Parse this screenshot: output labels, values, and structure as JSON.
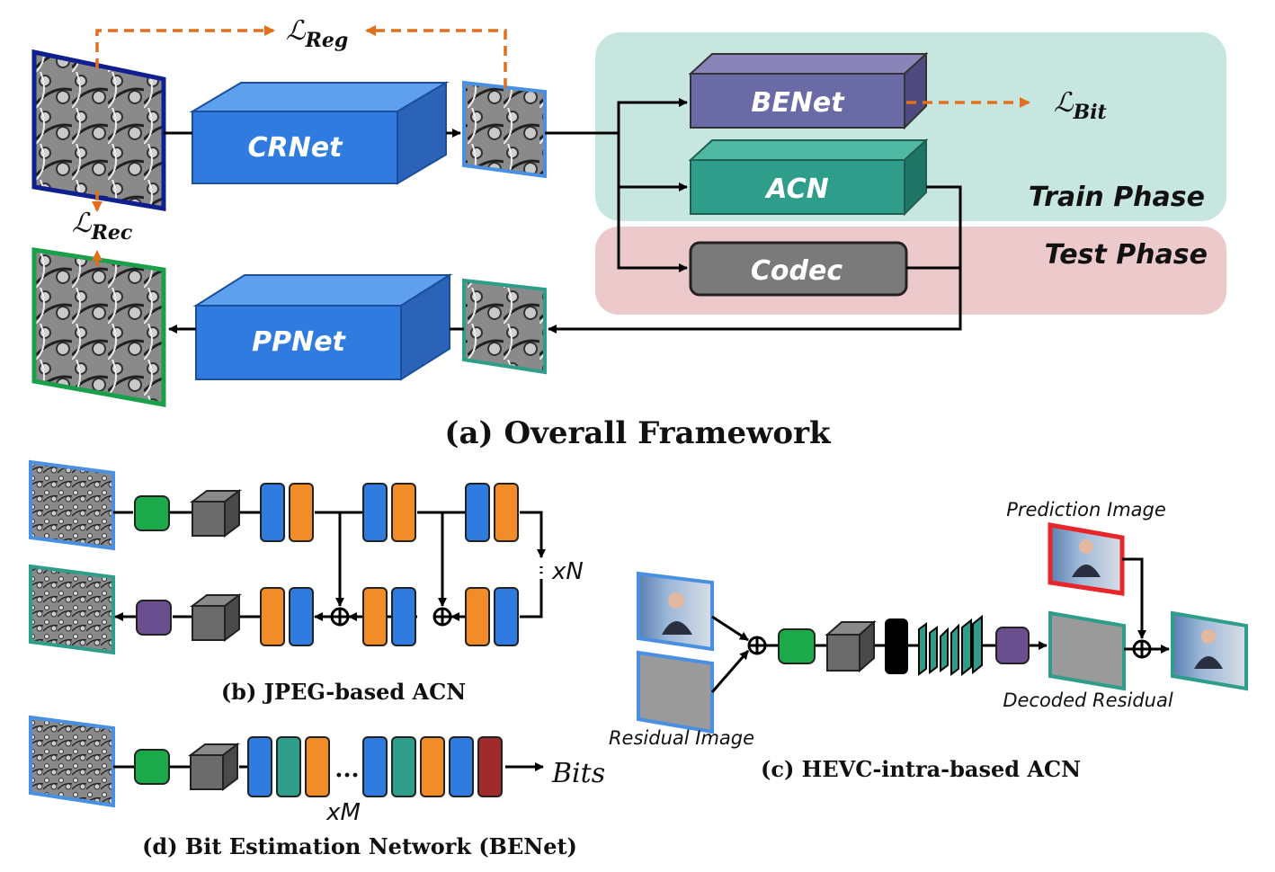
{
  "panel_a": {
    "caption": "(a) Overall Framework",
    "blocks": {
      "crnet": "CRNet",
      "ppnet": "PPNet",
      "benet": "BENet",
      "acn": "ACN",
      "codec": "Codec"
    },
    "phases": {
      "train": "Train Phase",
      "test": "Test Phase"
    },
    "losses": {
      "reg": {
        "symbol": "ℒ",
        "sub": "Reg"
      },
      "rec": {
        "symbol": "ℒ",
        "sub": "Rec"
      },
      "bit": {
        "symbol": "ℒ",
        "sub": "Bit"
      }
    }
  },
  "panel_b": {
    "caption": "(b) JPEG-based ACN",
    "repeat": "xN"
  },
  "panel_c": {
    "caption": "(c) HEVC-intra-based ACN",
    "prediction_label": "Prediction Image",
    "decoded_label": "Decoded Residual",
    "residual_label": "Residual Image"
  },
  "panel_d": {
    "caption": "(d) Bit Estimation Network (BENet)",
    "repeat": "xM",
    "output": "Bits",
    "ellipsis": "..."
  },
  "colors": {
    "blue": "#2f7be0",
    "orange": "#f28c28",
    "teal": "#2e9e8a",
    "green": "#1aaa4a",
    "purple": "#6a4f8f",
    "gray": "#6b6b6b",
    "darkred": "#a12a2a",
    "loss_arrow": "#e07020",
    "train_bg": "#c7e6df",
    "test_bg": "#ecc9cb"
  }
}
